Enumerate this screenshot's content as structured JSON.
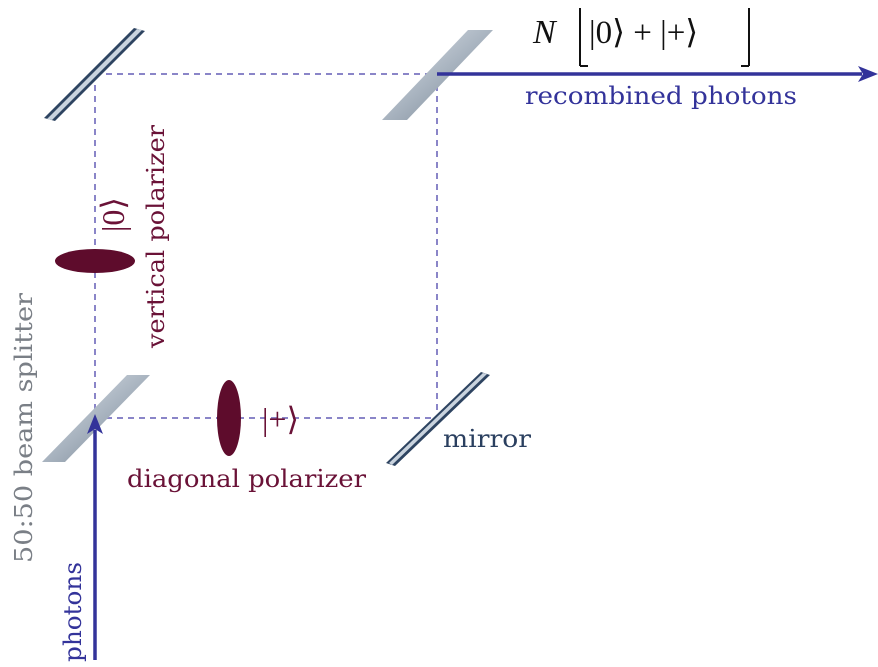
{
  "labels": {
    "output_state": "N [|0⟩ + |+⟩]",
    "output_state_n": "N",
    "output_state_inner": "|0⟩ + |+⟩",
    "recombined_photons": "recombined photons",
    "vertical_state": "|0⟩",
    "vertical_polarizer": "vertical polarizer",
    "beam_splitter": "50:50 beam splitter",
    "diagonal_state": "|+⟩",
    "diagonal_polarizer": "diagonal polarizer",
    "mirror": "mirror",
    "photons": "photons"
  },
  "colors": {
    "beam_arrow": "#33339a",
    "path_dash": "#8a85c8",
    "polarizer_fill": "#5e0c2c",
    "polarizer_text": "#6a1237",
    "mirror_fill": "#334a66",
    "splitter_fill": "#9aa7b5",
    "mirror_text": "#2a3f5f",
    "splitter_text": "#7a7f86",
    "photon_text": "#33339a"
  }
}
